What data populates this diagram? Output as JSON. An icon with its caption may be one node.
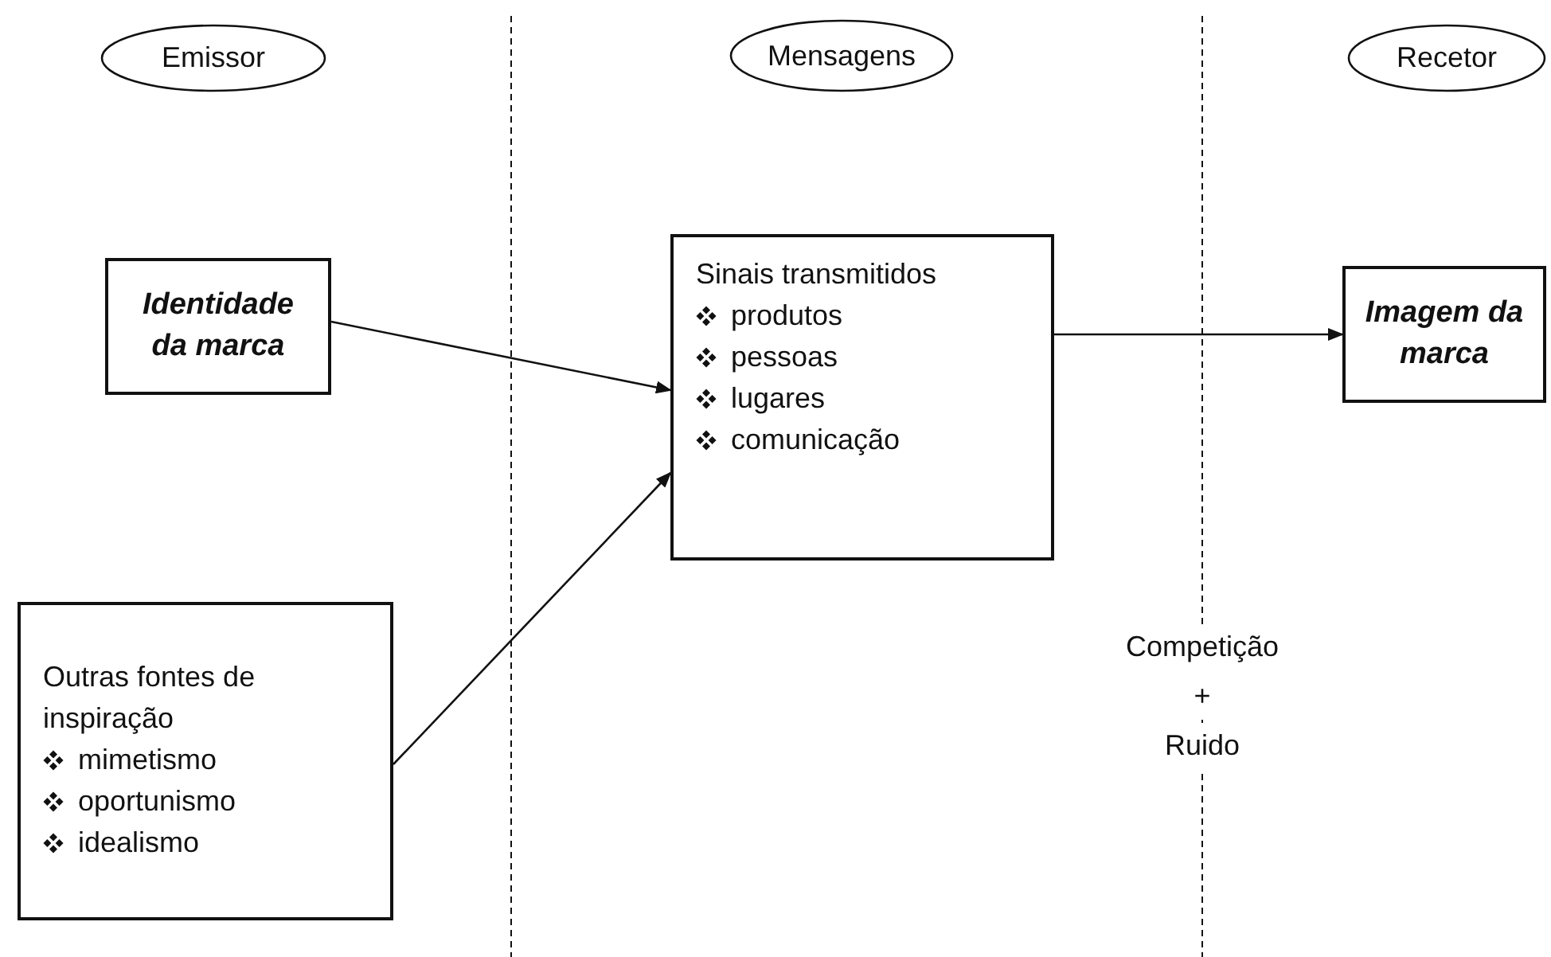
{
  "diagram": {
    "nodes": [
      {
        "text": [
          "Emissor"
        ]
      },
      {
        "text": [
          "Mensagens"
        ]
      },
      {
        "text": [
          "Recetor"
        ]
      },
      {
        "text": [
          "Identidade da marca"
        ]
      },
      {
        "text": [
          "Sinais transmitidos",
          "produtos",
          "pessoas",
          "lugares",
          "comunicação"
        ]
      },
      {
        "text": [
          "Imagem da marca"
        ]
      },
      {
        "text": [
          "Outras fontes de inspiração",
          "mimetismo",
          "oportunismo",
          "idealismo"
        ]
      }
    ],
    "edges": [
      {
        "from": 3,
        "to": 4,
        "arrow": "to"
      },
      {
        "from": 6,
        "to": 4,
        "arrow": "to"
      },
      {
        "from": 4,
        "to": 5,
        "arrow": "to"
      }
    ],
    "labels": [
      "Competição",
      "+",
      "Ruido"
    ]
  }
}
